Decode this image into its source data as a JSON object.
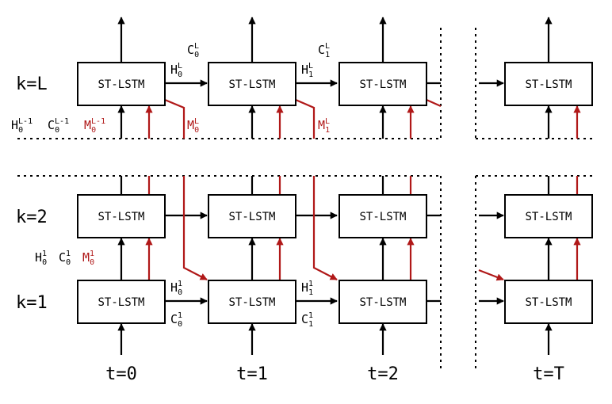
{
  "colors": {
    "black": "#000000",
    "red": "#b01818"
  },
  "cell_label": "ST-LSTM",
  "rows": {
    "top": "k=L",
    "middle": "k=2",
    "bottom": "k=1"
  },
  "times": [
    "t=0",
    "t=1",
    "t=2",
    "t=T"
  ],
  "variables": {
    "h0L": {
      "base": "H",
      "sub": "0",
      "sup": "L"
    },
    "c0L": {
      "base": "C",
      "sub": "0",
      "sup": "L"
    },
    "h1L": {
      "base": "H",
      "sub": "1",
      "sup": "L"
    },
    "c1L": {
      "base": "C",
      "sub": "1",
      "sup": "L"
    },
    "h0Lm1": {
      "base": "H",
      "sub": "0",
      "sup": "L-1"
    },
    "c0Lm1": {
      "base": "C",
      "sub": "0",
      "sup": "L-1"
    },
    "m0Lm1": {
      "base": "M",
      "sub": "0",
      "sup": "L-1"
    },
    "m0L": {
      "base": "M",
      "sub": "0",
      "sup": "L"
    },
    "m1L": {
      "base": "M",
      "sub": "1",
      "sup": "L"
    },
    "h01": {
      "base": "H",
      "sub": "0",
      "sup": "1"
    },
    "c01": {
      "base": "C",
      "sub": "0",
      "sup": "1"
    },
    "m01": {
      "base": "M",
      "sub": "0",
      "sup": "1"
    },
    "h11": {
      "base": "H",
      "sub": "1",
      "sup": "1"
    },
    "c11": {
      "base": "C",
      "sub": "1",
      "sup": "1"
    }
  }
}
